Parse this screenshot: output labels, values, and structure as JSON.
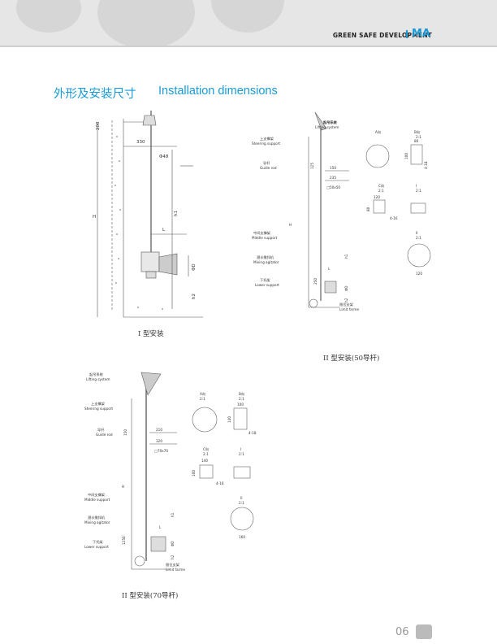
{
  "header": {
    "tagline": "GREEN SAFE DEVELOPMENT",
    "brand": "MA"
  },
  "title": {
    "cn": "外形及安装尺寸",
    "en": "Installation dimensions"
  },
  "fig1": {
    "caption": "I 型安装",
    "dims": {
      "d200": "200",
      "d330": "330",
      "phi48": "Φ48",
      "H": "H",
      "h1": "h1",
      "L": "L",
      "phiD": "ΦD",
      "h2": "h2"
    }
  },
  "fig2": {
    "caption": "II 型安装(50导杆)",
    "labels": {
      "lifting_cn": "起吊系统",
      "lifting_en": "Lifting system",
      "steering_cn": "上支撑架",
      "steering_en": "Steering support",
      "guide_cn": "导杆",
      "guide_en": "Guide rod",
      "middle_cn": "中间支撑架",
      "middle_en": "Middle support",
      "mixing_cn": "潜水搅拌机",
      "mixing_en": "Mixing agitator",
      "lower_cn": "下托架",
      "lower_en": "Lower support",
      "limit_cn": "限位支架",
      "limit_en": "Limit farme"
    },
    "dims": {
      "d150": "150",
      "d235": "235",
      "sq": "□50x50",
      "d125": "125",
      "d250": "250",
      "H": "H",
      "h1": "h1",
      "L": "L",
      "phiD": "ΦD",
      "h2": "h2"
    },
    "details": {
      "a_title": "A向",
      "b_title": "B向",
      "b_scale": "2:1",
      "b_w": "80",
      "b_h": "100",
      "b_bolt": "4-18",
      "cd_title": "C向",
      "cd_scale": "2:1",
      "cd_w": "120",
      "cd_h": "80",
      "cd_bolt": "4-16",
      "i_title": "I",
      "i_scale": "2:1",
      "ii_title": "II",
      "ii_scale": "2:1",
      "ii_w": "120"
    }
  },
  "fig3": {
    "caption": "II 型安装(70导杆)",
    "labels": {
      "lifting_cn": "起吊系统",
      "lifting_en": "Lifting system",
      "steering_cn": "上支撑架",
      "steering_en": "Steering support",
      "guide_cn": "导杆",
      "guide_en": "Guide rod",
      "middle_cn": "中间支撑架",
      "middle_en": "Middle support",
      "mixing_cn": "潜水搅拌机",
      "mixing_en": "Mixing agitator",
      "lower_cn": "下托架",
      "lower_en": "Lower support",
      "limit_cn": "限位支架",
      "limit_en": "Limit farme"
    },
    "dims": {
      "d210": "210",
      "d320": "320",
      "sq": "□70x70",
      "d150": "150",
      "d1250": "1250",
      "H": "H",
      "h1": "h1",
      "L": "L",
      "phiD": "ΦD",
      "h2": "h2"
    },
    "details": {
      "a_title": "A向",
      "a_scale": "2:1",
      "b_title": "B向",
      "b_scale": "2:1",
      "b_w": "100",
      "b_h": "140",
      "b_bolt": "4-18",
      "cd_title": "C向",
      "cd_scale": "2:1",
      "cd_w": "140",
      "cd_h": "100",
      "cd_bolt": "4-16",
      "i_title": "I",
      "i_scale": "2:1",
      "ii_title": "II",
      "ii_scale": "2:1",
      "ii_w": "160"
    }
  },
  "page_number": "06"
}
